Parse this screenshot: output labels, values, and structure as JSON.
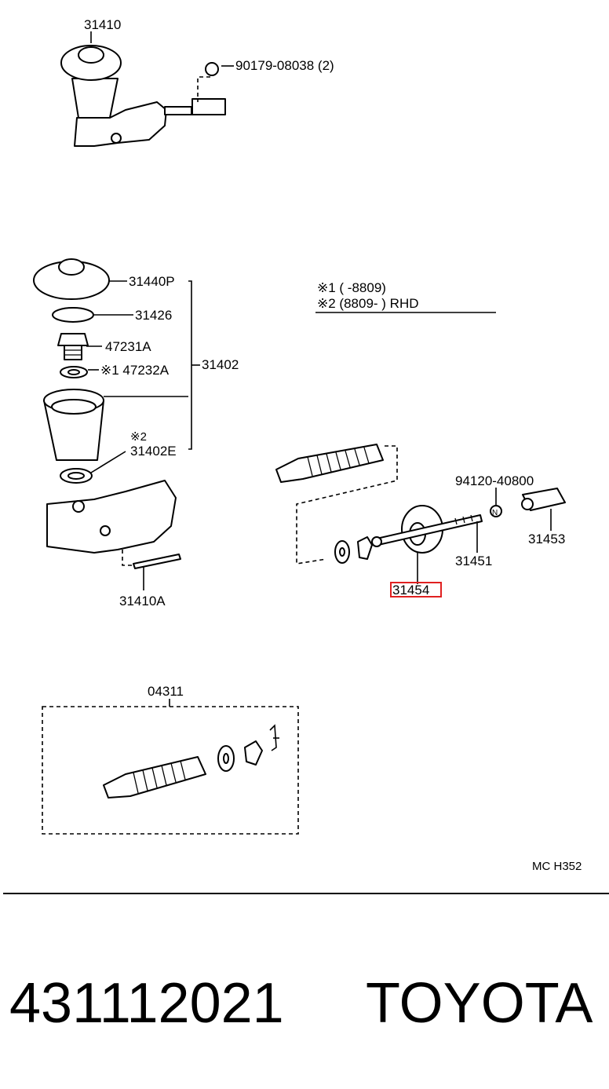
{
  "diagram": {
    "labels": {
      "p31410": "31410",
      "p90179": "90179-08038 (2)",
      "p31440p": "31440P",
      "p31426": "31426",
      "p47231a": "47231A",
      "p47232a": "※1 47232A",
      "p31402": "31402",
      "p31402e_mark": "※2",
      "p31402e": "31402E",
      "p31410a": "31410A",
      "p94120": "94120-40800",
      "p31453": "31453",
      "p31451": "31451",
      "p31454": "31454",
      "p04311": "04311"
    },
    "legend": {
      "note1": "※1 (        -8809)",
      "note2": "※2 (8809-          ) RHD"
    },
    "n_mark": "N",
    "code": "MC H352",
    "highlight_color": "#e02020"
  },
  "footer": {
    "part_number": "431112021",
    "brand": "TOYOTA"
  }
}
